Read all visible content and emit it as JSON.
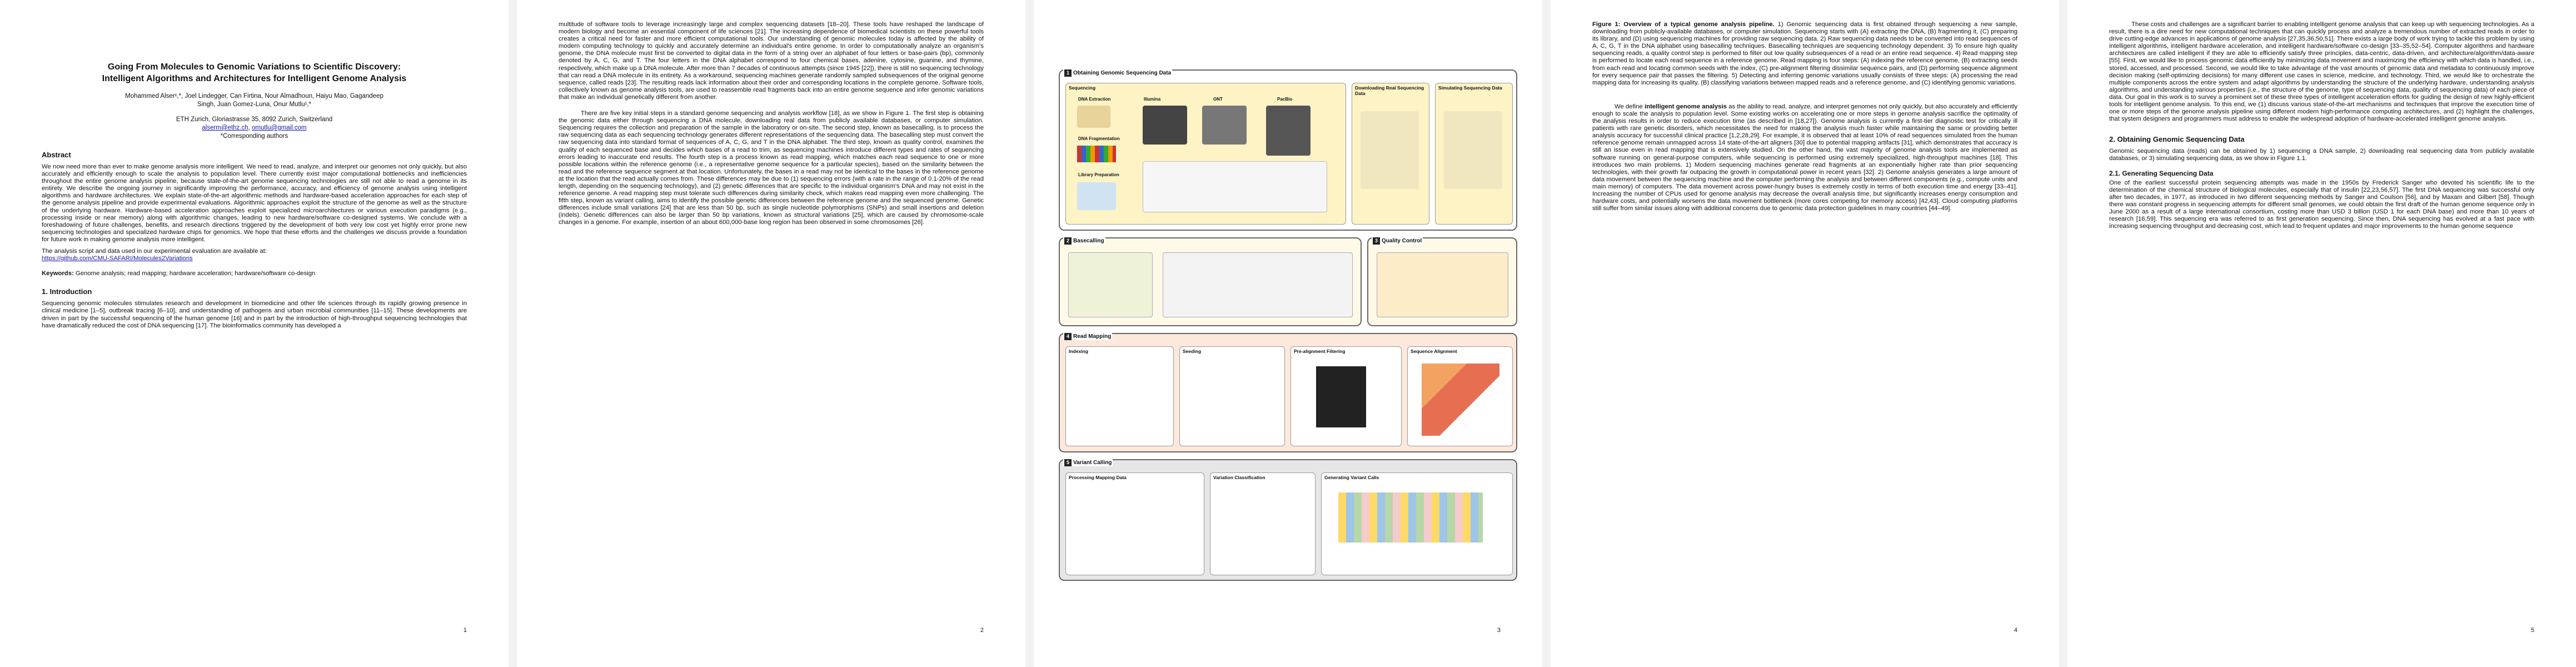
{
  "page1": {
    "title_line1": "Going From Molecules to Genomic Variations to Scientific Discovery:",
    "title_line2": "Intelligent Algorithms and Architectures for Intelligent Genome Analysis",
    "authors_line1": "Mohammed Alser¹,*, Joel Lindegger, Can Firtina, Nour Almadhoun, Haiyu Mao, Gagandeep",
    "authors_line2": "Singh, Juan Gomez-Luna, Onur Mutlu¹,*",
    "affil_line1": "ETH Zurich, Gloriastrasse 35, 8092 Zurich, Switzerland",
    "email1": "alserm@ethz.ch",
    "email2": "omutlu@gmail.com",
    "corresponding": "*Corresponding authors",
    "abstract_heading": "Abstract",
    "abstract": "We now need more than ever to make genome analysis more intelligent. We need to read, analyze, and interpret our genomes not only quickly, but also accurately and efficiently enough to scale the analysis to population level. There currently exist major computational bottlenecks and inefficiencies throughout the entire genome analysis pipeline, because state-of-the-art genome sequencing technologies are still not able to read a genome in its entirety. We describe the ongoing journey in significantly improving the performance, accuracy, and efficiency of genome analysis using intelligent algorithms and hardware architectures. We explain state-of-the-art algorithmic methods and hardware-based acceleration approaches for each step of the genome analysis pipeline and provide experimental evaluations. Algorithmic approaches exploit the structure of the genome as well as the structure of the underlying hardware. Hardware-based acceleration approaches exploit specialized microarchitectures or various execution paradigms (e.g., processing inside or near memory) along with algorithmic changes, leading to new hardware/software co-designed systems. We conclude with a foreshadowing of future challenges, benefits, and research directions triggered by the development of both very low cost yet highly error prone new sequencing technologies and specialized hardware chips for genomics. We hope that these efforts and the challenges we discuss provide a foundation for future work in making genome analysis more intelligent.",
    "availability": "The analysis script and data used in our experimental evaluation are available at:",
    "link": "https://github.com/CMU-SAFARI/Molecules2Variations",
    "keywords_label": "Keywords:",
    "keywords": "Genome analysis; read mapping; hardware acceleration; hardware/software co-design",
    "intro_heading": "1. Introduction",
    "intro": "Sequencing genomic molecules stimulates research and development in biomedicine and other life sciences through its rapidly growing presence in clinical medicine [1–5], outbreak tracing [6–10], and understanding of pathogens and urban microbial communities [11–15]. These developments are driven in part by the successful sequencing of the human genome [16] and in part by the introduction of high-throughput sequencing technologies that have dramatically reduced the cost of DNA sequencing [17]. The bioinformatics community has developed a",
    "page_number": "1"
  },
  "page2": {
    "para1": "multitude of software tools to leverage increasingly large and complex sequencing datasets [18–20]. These tools have reshaped the landscape of modern biology and become an essential component of life sciences [21]. The increasing dependence of biomedical scientists on these powerful tools creates a critical need for faster and more efficient computational tools. Our understanding of genomic molecules today is affected by the ability of modern computing technology to quickly and accurately determine an individual's entire genome. In order to computationally analyze an organism's genome, the DNA molecule must first be converted to digital data in the form of a string over an alphabet of four letters or base-pairs (bp), commonly denoted by A, C, G, and T. The four letters in the DNA alphabet correspond to four chemical bases, adenine, cytosine, guanine, and thymine, respectively, which make up a DNA molecule. After more than 7 decades of continuous attempts (since 1945 [22]), there is still no sequencing technology that can read a DNA molecule in its entirety. As a workaround, sequencing machines generate randomly sampled subsequences of the original genome sequence, called reads [23]. The resulting reads lack information about their order and corresponding locations in the complete genome. Software tools, collectively known as genome analysis tools, are used to reassemble read fragments back into an entire genome sequence and infer genomic variations that make an individual genetically different from another.",
    "para2": "There are five key initial steps in a standard genome sequencing and analysis workflow [18], as we show in Figure 1. The first step is obtaining the genomic data either through sequencing a DNA molecule, downloading real data from publicly available databases, or computer simulation. Sequencing requires the collection and preparation of the sample in the laboratory or on-site. The second step, known as basecalling, is to process the raw sequencing data as each sequencing technology generates different representations of the sequencing data. The basecalling step must convert the raw sequencing data into standard format of sequences of A, C, G, and T in the DNA alphabet. The third step, known as quality control, examines the quality of each sequenced base and decides which bases of a read to trim, as sequencing machines introduce different types and rates of sequencing errors leading to inaccurate end results. The fourth step is a process known as read mapping, which matches each read sequence to one or more possible locations within the reference genome (i.e., a representative genome sequence for a particular species), based on the similarity between the read and the reference sequence segment at that location. Unfortunately, the bases in a read may not be identical to the bases in the reference genome at the location that the read actually comes from. These differences may be due to (1) sequencing errors (with a rate in the range of 0.1-20% of the read length, depending on the sequencing technology), and (2) genetic differences that are specific to the individual organism's DNA and may not exist in the reference genome. A read mapping step must tolerate such differences during similarity check, which makes read mapping even more challenging. The fifth step, known as variant calling, aims to identify the possible genetic differences between the reference genome and the sequenced genome. Genetic differences include small variations [24] that are less than 50 bp, such as single nucleotide polymorphisms (SNPs) and small insertions and deletion (indels). Genetic differences can also be larger than 50 bp variations, known as structural variations [25], which are caused by chromosome-scale changes in a genome. For example, insertion of an about 600,000-base long region has been observed in some chromosomes [26].",
    "page_number": "2"
  },
  "page3": {
    "panel1_title": "Obtaining Genomic Sequencing Data",
    "box_seq": "Sequencing",
    "dna_extraction": "DNA Extraction",
    "dna_fragmentation": "DNA Fragmentation",
    "library_prep": "Library Preparation",
    "illumina": "Illumina",
    "ont": "ONT",
    "pacbio": "PacBio",
    "box_download": "Downloading Real Sequencing Data",
    "box_simulating": "Simulating Sequencing Data",
    "panel2_title": "Basecalling",
    "panel3_title": "Quality Control",
    "panel4_title": "Read Mapping",
    "indexing": "Indexing",
    "seeding": "Seeding",
    "prealign": "Pre-alignment Filtering",
    "seqalign": "Sequence Alignment",
    "panel5_title": "Variant Calling",
    "proc_map": "Processing Mapping Data",
    "var_class": "Variation Classification",
    "gen_var": "Generating Variant Calls",
    "page_number": "3"
  },
  "page4": {
    "caption_bold": "Figure 1: Overview of a typical genome analysis pipeline.",
    "caption": "1) Genomic sequencing data is first obtained through sequencing a new sample, downloading from publicly-available databases, or computer simulation. Sequencing starts with (A) extracting the DNA, (B) fragmenting it, (C) preparing its library, and (D) using sequencing machines for providing raw sequencing data. 2) Raw sequencing data needs to be converted into read sequences of A, C, G, T in the DNA alphabet using basecalling techniques. Basecalling techniques are sequencing technology dependent. 3) To ensure high quality sequencing reads, a quality control step is performed to filter out low quality subsequences of a read or an entire read sequence. 4) Read mapping step is performed to locate each read sequence in a reference genome. Read mapping is four steps: (A) indexing the reference genome, (B) extracting seeds from each read and locating common seeds with the index, (C) pre-alignment filtering dissimilar sequence pairs, and (D) performing sequence alignment for every sequence pair that passes the filtering. 5) Detecting and inferring genomic variations usually consists of three steps: (A) processing the read mapping data for increasing its quality, (B) classifying variations between mapped reads and a reference genome, and (C) identifying genomic variations.",
    "para1_lead": "We define",
    "para1_bold": "intelligent genome analysis",
    "para1": "as the ability to read, analyze, and interpret genomes not only quickly, but also accurately and efficiently enough to scale the analysis to population level. Some existing works on accelerating one or more steps in genome analysis sacrifice the optimality of the analysis results in order to reduce execution time (as described in [18,27]). Genome analysis is currently a first-tier diagnostic test for critically ill patients with rare genetic disorders, which necessitates the need for making the analysis much faster while maintaining the same or providing better analysis accuracy for successful clinical practice [1,2,28,29]. For example, it is observed that at least 10% of read sequences simulated from the human reference genome remain unmapped across 14 state-of-the-art aligners [30] due to potential mapping artifacts [31], which demonstrates that accuracy is still an issue even in read mapping that is extensively studied. On the other hand, the vast majority of genome analysis tools are implemented as software running on general-purpose computers, while sequencing is performed using extremely specialized, high-throughput machines [18]. This introduces two main problems. 1) Modern sequencing machines generate read fragments at an exponentially higher rate than prior sequencing technologies, with their growth far outpacing the growth in computational power in recent years [32]. 2) Genome analysis generates a large amount of data movement between the sequencing machine and the computer performing the analysis and between different components (e.g., compute units and main memory) of computers. The data movement across power-hungry buses is extremely costly in terms of both execution time and energy [33–41]. Increasing the number of CPUs used for genome analysis may decrease the overall analysis time, but significantly increases energy consumption and hardware costs, and potentially worsens the data movement bottleneck (more cores competing for memory access) [42,43]. Cloud computing platforms still suffer from similar issues along with additional concerns due to genomic data protection guidelines in many countries [44–49].",
    "page_number": "4"
  },
  "page5": {
    "para1": "These costs and challenges are a significant barrier to enabling intelligent genome analysis that can keep up with sequencing technologies. As a result, there is a dire need for new computational techniques that can quickly process and analyze a tremendous number of extracted reads in order to drive cutting-edge advances in applications of genome analysis [27,35,36,50,51]. There exists a large body of work trying to tackle this problem by using intelligent algorithms, intelligent hardware acceleration, and intelligent hardware/software co-design [33–35,52–54]. Computer algorithms and hardware architectures are called intelligent if they are able to efficiently satisfy three principles, data-centric, data-driven, and architecture/algorithm/data-aware [55]. First, we would like to process genomic data efficiently by minimizing data movement and maximizing the efficiency with which data is handled, i.e., stored, accessed, and processed. Second, we would like to take advantage of the vast amounts of genomic data and metadata to continuously improve decision making (self-optimizing decisions) for many different use cases in science, medicine, and technology. Third, we would like to orchestrate the multiple components across the entire system and adapt algorithms by understanding the structure of the underlying hardware, understanding analysis algorithms, and understanding various properties (i.e., the structure of the genome, type of sequencing data, quality of sequencing data) of each piece of data. Our goal in this work is to survey a prominent set of these three types of intelligent acceleration efforts for guiding the design of new highly-efficient tools for intelligent genome analysis. To this end, we (1) discuss various state-of-the-art mechanisms and techniques that improve the execution time of one or more steps of the genome analysis pipeline using different modern high-performance computing architectures, and (2) highlight the challenges, that system designers and programmers must address to enable the widespread adoption of hardware-accelerated intelligent genome analysis.",
    "sec2_heading": "2. Obtaining Genomic Sequencing Data",
    "sec2_intro": "Genomic sequencing data (reads) can be obtained by 1) sequencing a DNA sample, 2) downloading real sequencing data from publicly available databases, or 3) simulating sequencing data, as we show in Figure 1.1.",
    "sec21_heading": "2.1. Generating Sequencing Data",
    "sec21": "One of the earliest successful protein sequencing attempts was made in the 1950s by Frederick Sanger who devoted his scientific life to the determination of the chemical structure of biological molecules, especially that of insulin [22,23,56,57]. The first DNA sequencing was successful only after two decades, in 1977, as introduced in two different sequencing methods by Sanger and Coulson [56], and by Maxam and Gilbert [58]. Though there was constant progress in sequencing attempts for different small genomes, we could obtain the first draft of the human genome sequence only in June 2000 as a result of a large international consortium, costing more than USD 3 billion (USD 1 for each DNA base) and more than 10 years of research [16,59]. This sequencing era was referred to as first generation sequencing. Since then, DNA sequencing has evolved at a fast pace with increasing sequencing throughput and decreasing cost, which lead to frequent updates and major improvements to the human genome sequence",
    "page_number": "5"
  }
}
